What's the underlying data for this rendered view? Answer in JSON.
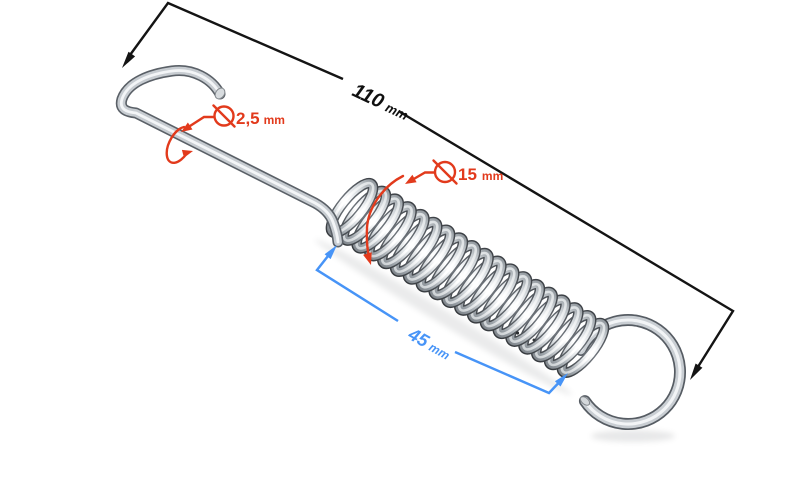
{
  "image": {
    "background_color": "#ffffff"
  },
  "colors": {
    "dimension_black": "#141414",
    "annotation_red": "#e23a1c",
    "annotation_blue": "#4794f7",
    "metal_highlight": "#f3f5f7",
    "metal_mid": "#c7ccd1",
    "metal_shadow": "#5a6067"
  },
  "icons": {
    "diameter_symbol": "⌀"
  },
  "annotations": {
    "overall_length": {
      "value": "110",
      "unit": "mm"
    },
    "body_length": {
      "value": "45",
      "unit": "mm"
    },
    "wire_diameter": {
      "symbol": "⌀",
      "value": "2,5",
      "unit": "mm"
    },
    "coil_diameter": {
      "symbol": "⌀",
      "value": "15",
      "unit": "mm"
    }
  }
}
